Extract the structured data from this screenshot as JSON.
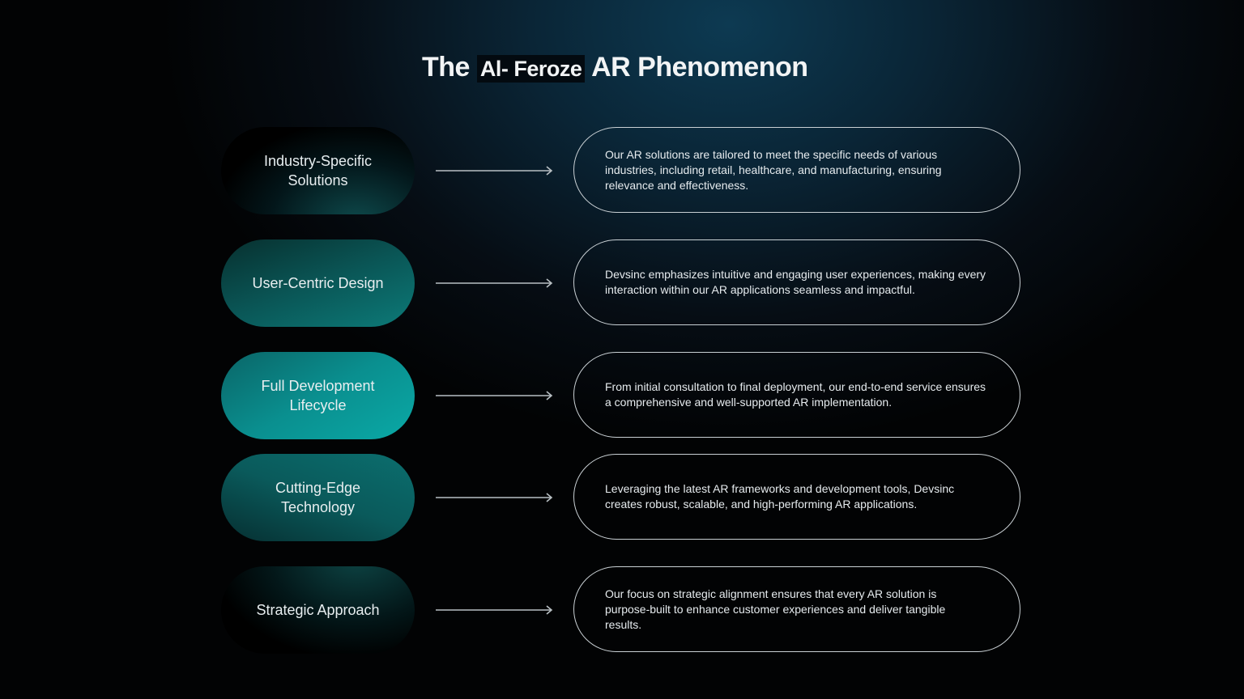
{
  "title": {
    "prefix": "The",
    "brand": "Al- Feroze",
    "suffix": "AR Phenomenon"
  },
  "rows": [
    {
      "label": "Industry-Specific Solutions",
      "description": "Our AR solutions are tailored to meet the specific needs of various industries, including retail, healthcare, and manufacturing, ensuring relevance and effectiveness."
    },
    {
      "label": "User-Centric Design",
      "description": "Devsinc emphasizes intuitive and engaging user experiences, making every interaction within our AR applications seamless and impactful."
    },
    {
      "label": "Full Development Lifecycle",
      "description": "From initial consultation to final deployment, our end-to-end service ensures a comprehensive and well-supported AR implementation."
    },
    {
      "label": "Cutting-Edge Technology",
      "description": "Leveraging the latest AR frameworks and development tools, Devsinc creates robust, scalable, and high-performing AR applications."
    },
    {
      "label": "Strategic Approach",
      "description": "Our focus on strategic alignment ensures that every AR solution is purpose-built to enhance customer experiences and deliver tangible results."
    }
  ]
}
